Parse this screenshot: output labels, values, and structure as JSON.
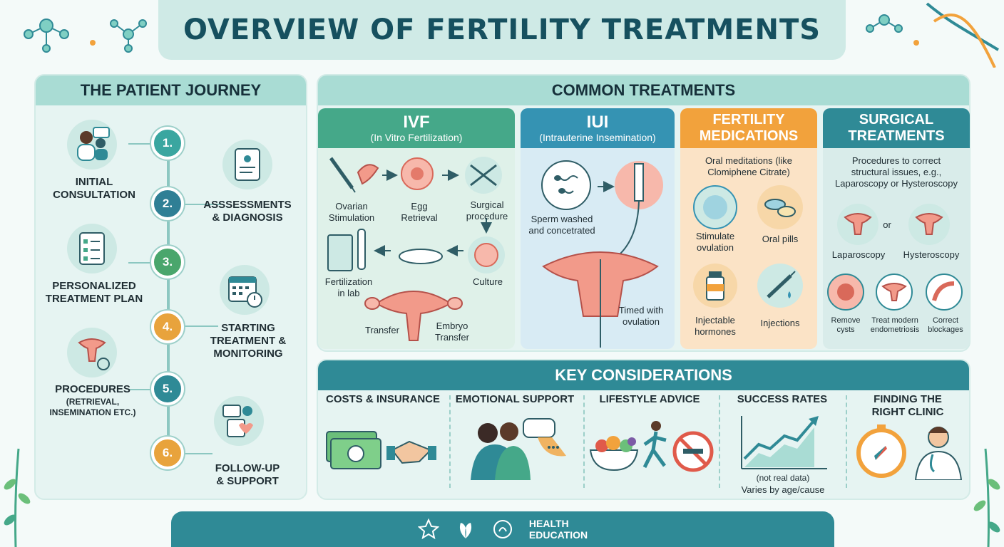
{
  "title": "OVERVIEW OF FERTILITY TREATMENTS",
  "journey": {
    "heading": "THE PATIENT JOURNEY",
    "steps": [
      {
        "number": "1.",
        "label_lines": [
          "INITIAL",
          "CONSULTATION"
        ],
        "color": "#3aa6a0"
      },
      {
        "number": "2.",
        "label_lines": [
          "ASSSESSMENTS",
          "& DIAGNOSIS"
        ],
        "color": "#2f7f95"
      },
      {
        "number": "3.",
        "label_lines": [
          "PERSONALIZED",
          "TREATMENT PLAN"
        ],
        "color": "#4aa66c"
      },
      {
        "number": "4.",
        "label_lines": [
          "STARTING",
          "TREATMENT &",
          "MONITORING"
        ],
        "color": "#e8a33c"
      },
      {
        "number": "5.",
        "label_lines": [
          "PROCEDURES"
        ],
        "sub_lines": [
          "(RETRIEVAL,",
          "INSEMINATION ETC.)"
        ],
        "color": "#2f8a96"
      },
      {
        "number": "6.",
        "label_lines": [
          "FOLLOW-UP",
          "& SUPPORT"
        ],
        "color": "#e8a33c"
      }
    ]
  },
  "common": {
    "heading": "COMMON TREATMENTS",
    "ivf": {
      "title": "IVF",
      "subtitle": "(In Vitro Fertilization)",
      "color": "#45a889",
      "steps": [
        [
          "Ovarian",
          "Stimulation"
        ],
        [
          "Egg",
          "Retrieval"
        ],
        [
          "Surgical",
          "procedure"
        ],
        [
          "Culture"
        ],
        [
          "Fertilization",
          "in lab"
        ],
        [
          "Transfer"
        ],
        [
          "Embryo",
          "Transfer"
        ]
      ]
    },
    "iui": {
      "title": "IUI",
      "subtitle": "(Intrauterine Insemination)",
      "color": "#3593b3",
      "notes": [
        [
          "Sperm washed",
          "and concetrated"
        ],
        [
          "Timed with",
          "ovulation"
        ]
      ]
    },
    "meds": {
      "title_lines": [
        "FERTILITY",
        "MEDICATIONS"
      ],
      "color": "#f2a23c",
      "intro_lines": [
        "Oral meditations (like",
        "Clomiphene Citrate)"
      ],
      "items": [
        [
          "Stimulate",
          "ovulation"
        ],
        [
          "Oral pills"
        ],
        [
          "Injectable",
          "hormones"
        ],
        [
          "Injections"
        ]
      ]
    },
    "surgical": {
      "title_lines": [
        "SURGICAL",
        "TREATMENTS"
      ],
      "color": "#2f8a96",
      "intro_lines": [
        "Procedures to correct",
        "structural issues, e.g.,",
        "Laparoscopy or Hysteroscopy"
      ],
      "or_label": "or",
      "items": [
        [
          "Laparoscopy"
        ],
        [
          "Hysteroscopy"
        ]
      ],
      "small_items": [
        [
          "Remove",
          "cysts"
        ],
        [
          "Treat modern",
          "endometriosis"
        ],
        [
          "Correct",
          "blockages"
        ]
      ]
    }
  },
  "key": {
    "heading": "KEY CONSIDERATIONS",
    "categories": [
      [
        "COSTS & INSURANCE"
      ],
      [
        "EMOTIONAL SUPPORT"
      ],
      [
        "LIFESTYLE ADVICE"
      ],
      [
        "SUCCESS RATES"
      ],
      [
        "FINDING THE",
        "RIGHT CLINIC"
      ]
    ],
    "success_note": "(not real data)",
    "success_caption": "Varies by age/cause"
  },
  "footer": {
    "label_lines": [
      "HEALTH",
      "EDUCATION"
    ]
  },
  "colors": {
    "teal_dark": "#16505f",
    "teal": "#2f8a96",
    "mint": "#a9dcd4",
    "orange": "#f2a23c",
    "green": "#45a889",
    "blue": "#3593b3"
  }
}
